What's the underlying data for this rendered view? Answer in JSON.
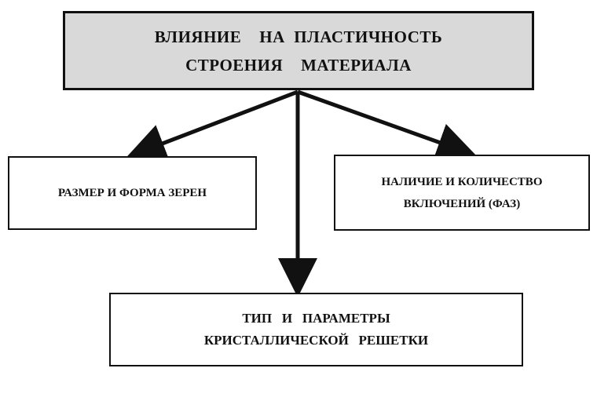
{
  "diagram": {
    "top_box": {
      "line1": "ВЛИЯНИЕ    НА  ПЛАСТИЧНОСТЬ",
      "line2": "СТРОЕНИЯ    МАТЕРИАЛА"
    },
    "left_box": {
      "line1": "РАЗМЕР И ФОРМА ЗЕРЕН"
    },
    "right_box": {
      "line1": "НАЛИЧИЕ И КОЛИЧЕСТВО",
      "line2": "ВКЛЮЧЕНИЙ (ФАЗ)"
    },
    "bottom_box": {
      "line1": "ТИП   И   ПАРАМЕТРЫ",
      "line2": "КРИСТАЛЛИЧЕСКОЙ   РЕШЕТКИ"
    },
    "colors": {
      "header_fill": "#d9d9d9",
      "stroke": "#111111",
      "box_fill": "#ffffff"
    }
  }
}
